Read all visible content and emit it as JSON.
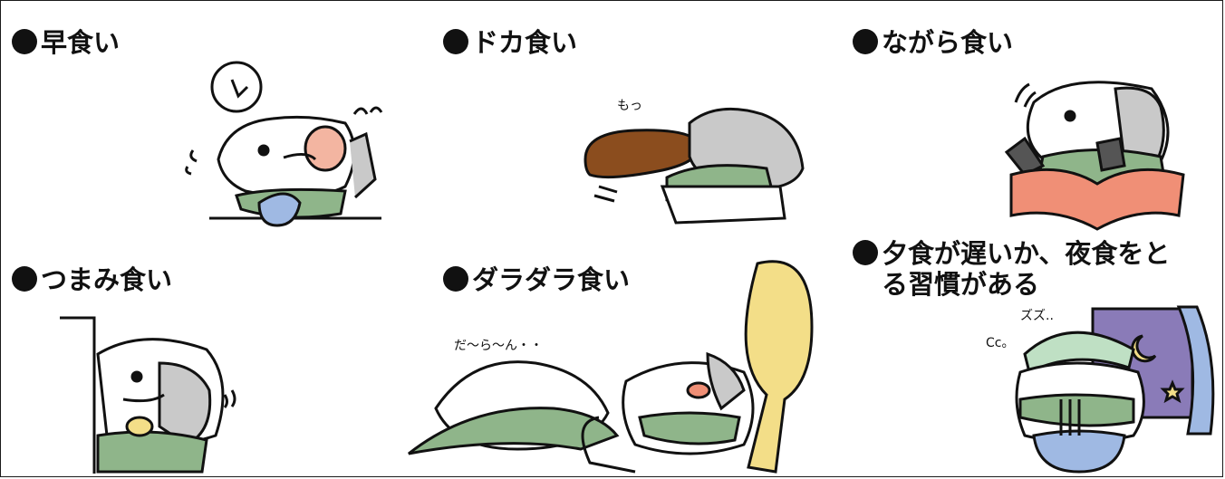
{
  "panels": [
    {
      "label": "早食い"
    },
    {
      "label": "ドカ食い"
    },
    {
      "label": "ながら食い"
    },
    {
      "label": "つまみ食い"
    },
    {
      "label": "ダラダラ食い"
    },
    {
      "label_line1": "夕食が遅いか、夜食をと",
      "label_line2": "る習慣がある"
    }
  ],
  "sfx": {
    "mogu": "もっ",
    "daran": "だ〜ら〜ん・・",
    "zuzu": "ズズ..",
    "co": "Cc。"
  },
  "colors": {
    "outline": "#111111",
    "lettuce": "#8fb58a",
    "bread": "#8b4d1e",
    "book": "#f08f76",
    "ladle": "#f3de88",
    "night": "#8a7bb8",
    "curtain": "#9fb9e3",
    "cap": "#bfe0c4",
    "gray": "#c9c9c9"
  }
}
